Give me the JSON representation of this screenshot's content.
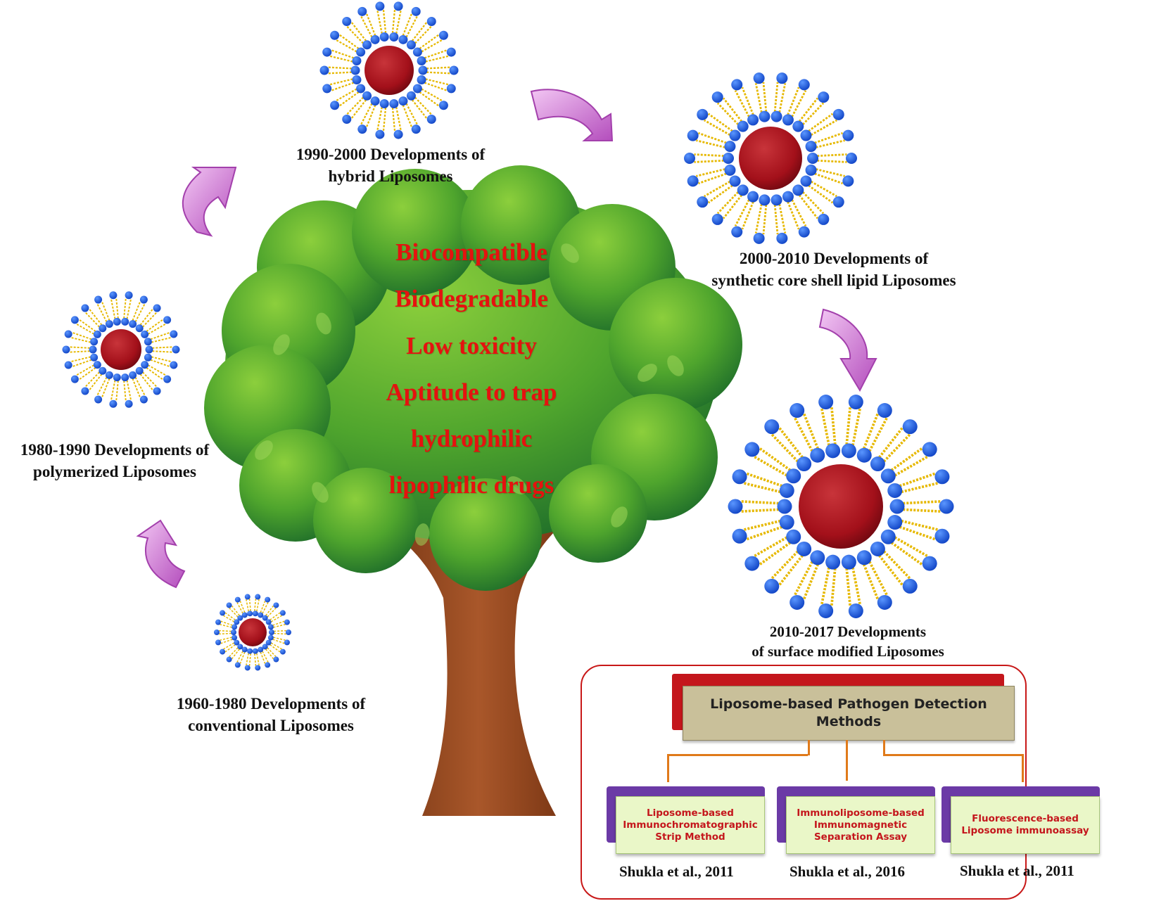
{
  "captions": [
    {
      "key": "1990",
      "lines": [
        "1990-2000 Developments of",
        "hybrid Liposomes"
      ]
    },
    {
      "key": "2000",
      "lines": [
        "2000-2010  Developments of",
        "synthetic core shell lipid  Liposomes"
      ]
    },
    {
      "key": "1980",
      "lines": [
        "1980-1990  Developments of",
        "polymerized Liposomes"
      ]
    },
    {
      "key": "2010",
      "lines": [
        "2010-2017 Developments",
        "of surface modified  Liposomes"
      ]
    },
    {
      "key": "1960",
      "lines": [
        "1960-1980  Developments of",
        "conventional Liposomes"
      ]
    }
  ],
  "tree": {
    "properties": [
      "Biocompatible",
      "Biodegradable",
      "Low toxicity",
      "Aptitude  to trap",
      "hydrophilic",
      "lipophilic  drugs"
    ]
  },
  "methods": {
    "title_lines": [
      "Liposome-based Pathogen Detection",
      "Methods"
    ],
    "items": [
      {
        "lines": [
          "Liposome-based",
          "Immunochromatographic",
          "Strip Method"
        ],
        "citation": "Shukla et al., 2011"
      },
      {
        "lines": [
          "Immunoliposome-based",
          "Immunomagnetic",
          "Separation Assay"
        ],
        "citation": "Shukla et al., 2016"
      },
      {
        "lines": [
          "Fluorescence-based",
          "Liposome immunoassay"
        ],
        "citation": "Shukla et al., 2011"
      }
    ]
  },
  "colors": {
    "head_blue": "#1b5ee0",
    "core_red": "#a3101a",
    "tail_yellow": "#e6b800",
    "arrow_purple": "#cf7fd6",
    "tree_green": "#3f9e2c",
    "trunk_brown": "#9a4d22",
    "text_red": "#e5120f"
  },
  "icons": [
    "liposome-icon",
    "curved-arrow-icon",
    "tree-icon"
  ]
}
